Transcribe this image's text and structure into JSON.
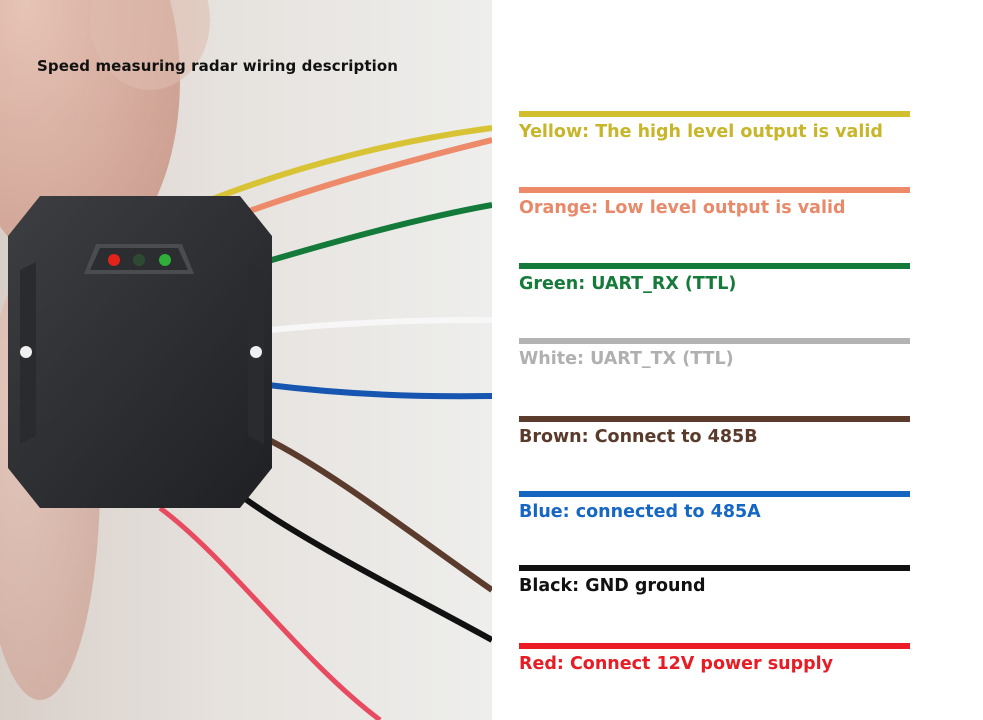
{
  "title": "Speed measuring radar wiring description",
  "wires": [
    {
      "label": "Yellow: The high level output is valid",
      "color": "#d1bf2e",
      "text_color": "#c7b52a"
    },
    {
      "label": "Orange: Low level output is valid",
      "color": "#ec8a69",
      "text_color": "#e8896a"
    },
    {
      "label": "Green: UART_RX (TTL)",
      "color": "#137a3a",
      "text_color": "#167a3a"
    },
    {
      "label": "White: UART_TX (TTL)",
      "color": "#b3b3b3",
      "text_color": "#b0b0b0"
    },
    {
      "label": "Brown: Connect to 485B",
      "color": "#5b3b2c",
      "text_color": "#5a3a2a"
    },
    {
      "label": "Blue: connected to 485A",
      "color": "#1565c0",
      "text_color": "#1666c4"
    },
    {
      "label": "Black: GND ground",
      "color": "#111111",
      "text_color": "#111111"
    },
    {
      "label": "Red: Connect 12V power supply",
      "color": "#ec1c24",
      "text_color": "#e81c24"
    }
  ]
}
